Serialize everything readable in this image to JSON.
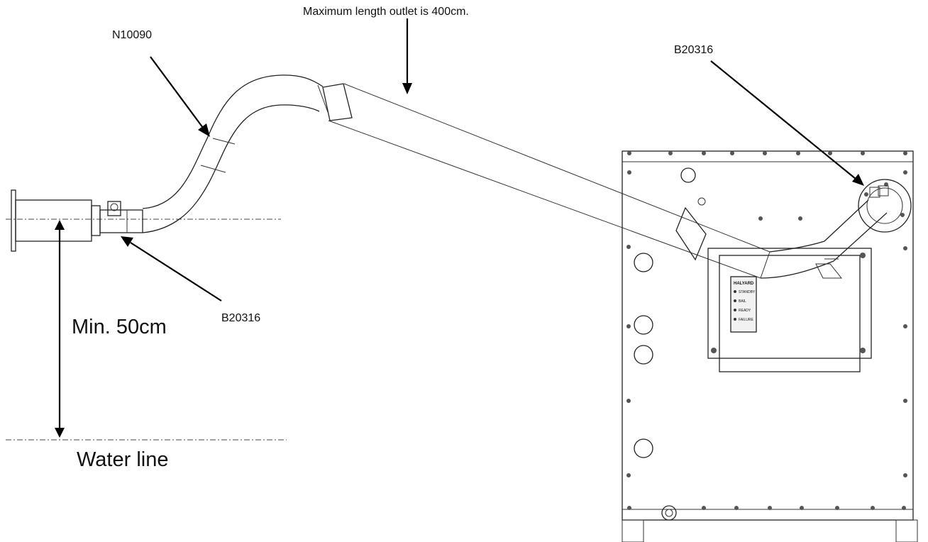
{
  "labels": {
    "max_length": "Maximum length outlet is 400cm.",
    "hose_part": "N10090",
    "clamp_top_right": "B20316",
    "clamp_left": "B20316",
    "min_height": "Min. 50cm",
    "water_line": "Water line"
  },
  "device_panel": {
    "brand": "HALYARD",
    "indicators": [
      "STANDBY",
      "BAIL",
      "READY",
      "FAILURE"
    ]
  },
  "colors": {
    "ink": "#111111",
    "background": "#ffffff"
  }
}
